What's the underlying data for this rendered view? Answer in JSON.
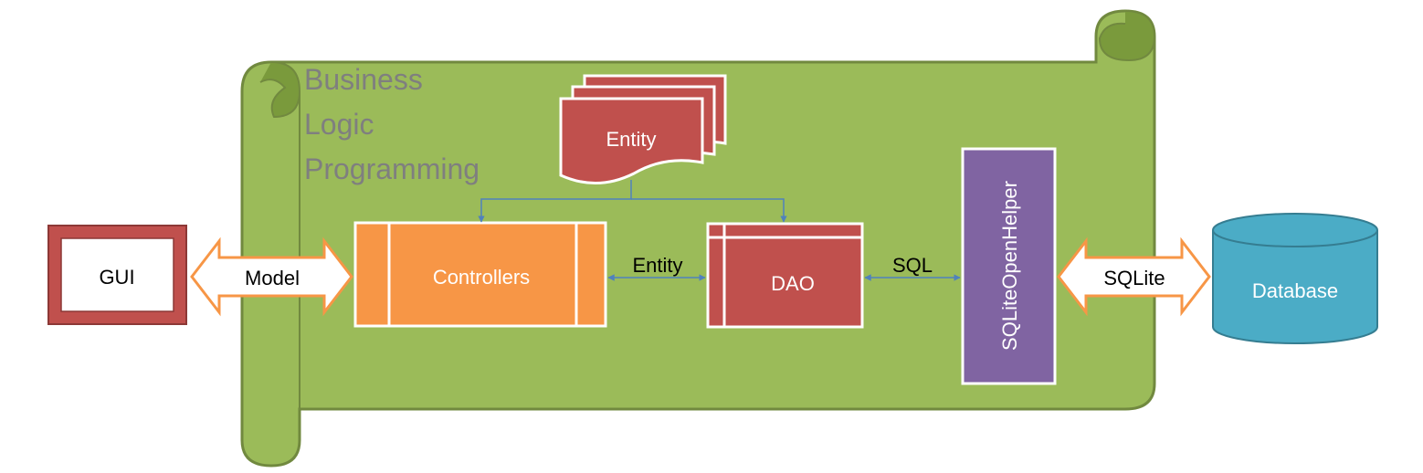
{
  "scroll": {
    "title_lines": [
      "Business",
      "Logic",
      "Programming"
    ],
    "fill": "#9bbb59",
    "stroke": "#71893f",
    "inner": "#7a9a3c"
  },
  "nodes": {
    "gui": {
      "label": "GUI",
      "border": "#c0504d"
    },
    "entity": {
      "label": "Entity",
      "color": "#c0504d"
    },
    "controllers": {
      "label": "Controllers",
      "color": "#f79646"
    },
    "dao": {
      "label": "DAO",
      "color": "#c0504d"
    },
    "helper": {
      "label": "SQLiteOpenHelper",
      "color": "#8064a2"
    },
    "database": {
      "label": "Database",
      "color": "#4bacc6"
    }
  },
  "connectors": {
    "model": "Model",
    "entity_flow": "Entity",
    "sql": "SQL",
    "sqlite": "SQLite",
    "line_color": "#4f81bd",
    "block_arrow_border": "#f79646"
  }
}
